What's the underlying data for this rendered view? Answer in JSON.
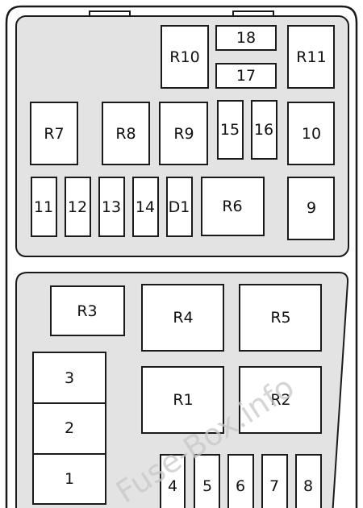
{
  "diagram": {
    "colors": {
      "panel": "#e3e3e3",
      "outline": "#1a1a1a",
      "box_fill": "#ffffff",
      "text": "#111111"
    },
    "upper_block": {
      "items": [
        {
          "id": "R10",
          "label": "R10"
        },
        {
          "id": "18",
          "label": "18"
        },
        {
          "id": "17",
          "label": "17"
        },
        {
          "id": "R11",
          "label": "R11"
        },
        {
          "id": "R7",
          "label": "R7"
        },
        {
          "id": "R8",
          "label": "R8"
        },
        {
          "id": "R9",
          "label": "R9"
        },
        {
          "id": "15",
          "label": "15"
        },
        {
          "id": "16",
          "label": "16"
        },
        {
          "id": "10",
          "label": "10"
        },
        {
          "id": "11",
          "label": "11"
        },
        {
          "id": "12",
          "label": "12"
        },
        {
          "id": "13",
          "label": "13"
        },
        {
          "id": "14",
          "label": "14"
        },
        {
          "id": "D1",
          "label": "D1"
        },
        {
          "id": "R6",
          "label": "R6"
        },
        {
          "id": "9",
          "label": "9"
        }
      ]
    },
    "lower_block": {
      "items": [
        {
          "id": "R3",
          "label": "R3"
        },
        {
          "id": "R4",
          "label": "R4"
        },
        {
          "id": "R5",
          "label": "R5"
        },
        {
          "id": "3",
          "label": "3"
        },
        {
          "id": "2",
          "label": "2"
        },
        {
          "id": "1",
          "label": "1"
        },
        {
          "id": "R1",
          "label": "R1"
        },
        {
          "id": "R2",
          "label": "R2"
        },
        {
          "id": "4",
          "label": "4"
        },
        {
          "id": "5",
          "label": "5"
        },
        {
          "id": "6",
          "label": "6"
        },
        {
          "id": "7",
          "label": "7"
        },
        {
          "id": "8",
          "label": "8"
        }
      ]
    },
    "watermark": "Fuse-Box.info"
  }
}
